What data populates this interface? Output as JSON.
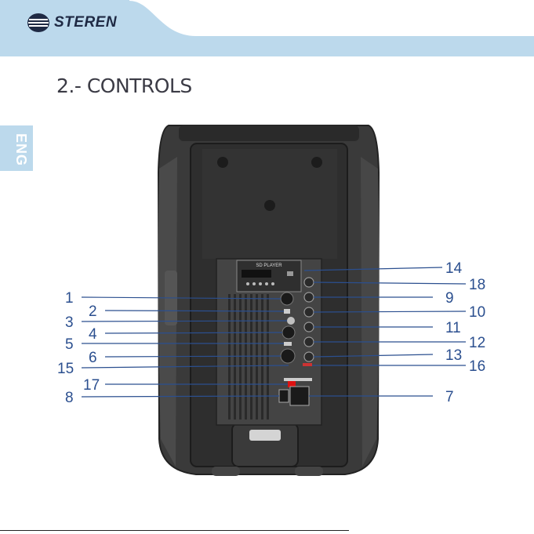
{
  "brand": {
    "name": "STEREN"
  },
  "page": {
    "title": "2.- CONTROLS",
    "language_tab": "ENG"
  },
  "device": {
    "panel_label": "SD PLAYER"
  },
  "callouts": {
    "left": [
      "1",
      "2",
      "3",
      "4",
      "5",
      "6",
      "15",
      "17",
      "8"
    ],
    "right": [
      "14",
      "18",
      "9",
      "10",
      "11",
      "12",
      "13",
      "16",
      "7"
    ]
  },
  "colors": {
    "accent": "#2b4f8f",
    "header": "#bcd9ec",
    "speaker": "#3a3a3a"
  }
}
